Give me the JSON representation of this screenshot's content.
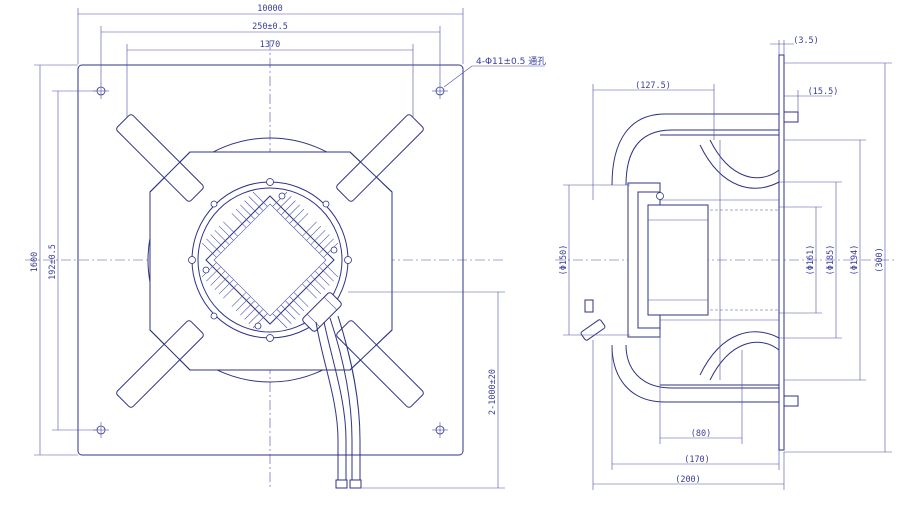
{
  "drawing": {
    "colors": {
      "ink": "#2f3385",
      "paper": "#ffffff"
    },
    "front_view": {
      "dim_top_overall": "10000",
      "dim_top_holes": "250±0.5",
      "dim_top_inner": "1370",
      "dim_left_overall": "1600",
      "dim_left_holes": "192±0.5",
      "hole_note": "4-Φ11±0.5 通孔",
      "cable_length": "2-1000±20"
    },
    "side_view": {
      "dim_plate_thickness": "(3.5)",
      "dim_flange": "(15.5)",
      "dim_depth_upper": "(127.5)",
      "dim_left_diameter": "(Φ150)",
      "dim_hub_diameter": "(Φ161)",
      "dim_mid_diameter": "(Φ185)",
      "dim_outer_diameter": "(Φ194)",
      "dim_plate_height": "(300)",
      "dim_bottom_80": "(80)",
      "dim_bottom_170": "(170)",
      "dim_bottom_200": "(200)"
    }
  }
}
